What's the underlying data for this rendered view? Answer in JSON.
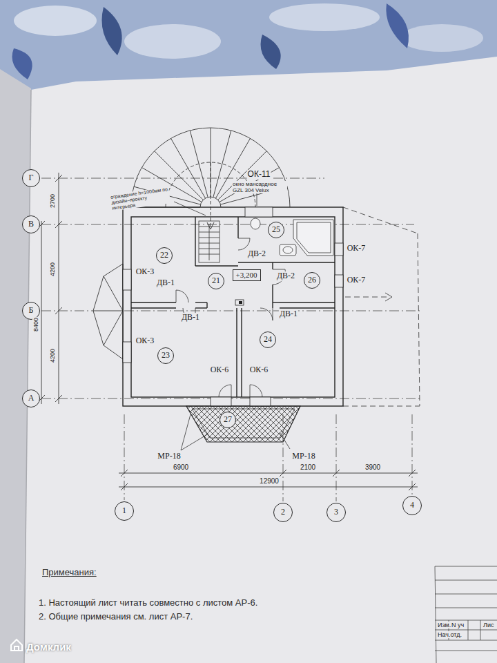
{
  "diagram": {
    "nodes": [
      {
        "text": [
          "Г"
        ]
      },
      {
        "text": [
          "В"
        ]
      },
      {
        "text": [
          "Б"
        ]
      },
      {
        "text": [
          "А"
        ]
      },
      {
        "text": [
          "25"
        ]
      },
      {
        "text": [
          "22"
        ]
      },
      {
        "text": [
          "21"
        ]
      },
      {
        "text": [
          "+3,200"
        ]
      },
      {
        "text": [
          "26"
        ]
      },
      {
        "text": [
          "24"
        ]
      },
      {
        "text": [
          "23"
        ]
      },
      {
        "text": [
          "27"
        ]
      },
      {
        "text": [
          "1"
        ]
      },
      {
        "text": [
          "2"
        ]
      },
      {
        "text": [
          "3"
        ]
      },
      {
        "text": [
          "4"
        ]
      }
    ],
    "labels": [
      "ОК-11",
      "окно мансардное GZL 304 Velux",
      "ограждение h=1000мм по дизайн–проекту интерьера",
      "ОК-3",
      "ДВ-1",
      "ДВ-2",
      "ДВ-2",
      "ОК-7",
      "ОК-7",
      "ДВ-1",
      "ДВ-1",
      "ОК-3",
      "ОК-6",
      "ОК-6",
      "МР-18",
      "МР-18",
      "2700",
      "4200",
      "8400",
      "4200",
      "6900",
      "2100",
      "3900",
      "12900",
      "Примечания:",
      "1. Настоящий лист читать совместно с листом АР-6.",
      "2. Общие примечания см. лист АР-7.",
      "Изм.",
      "N уч",
      "Лис",
      "Нач.отд.",
      "Домклик"
    ]
  }
}
